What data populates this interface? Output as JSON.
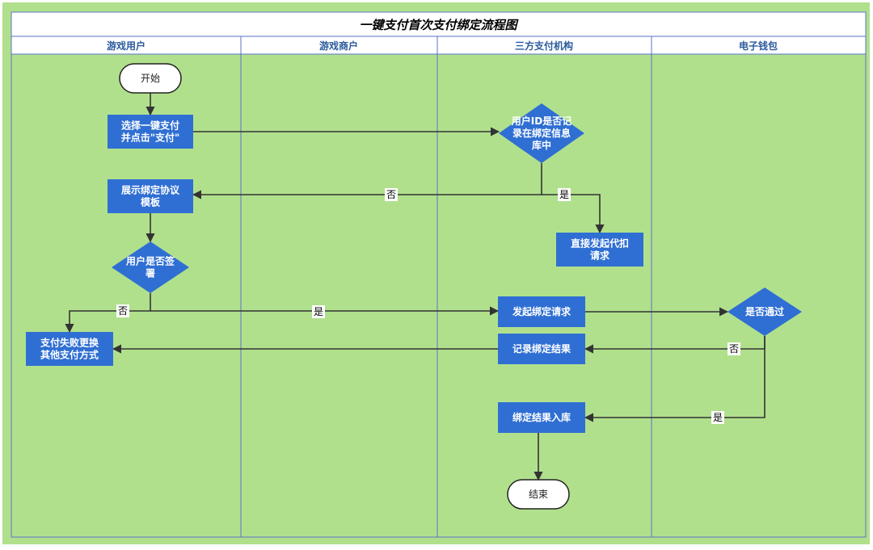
{
  "title": "一键支付首次支付绑定流程图",
  "lanes": [
    {
      "id": "user",
      "label": "游戏用户"
    },
    {
      "id": "merchant",
      "label": "游戏商户"
    },
    {
      "id": "thirdparty",
      "label": "三方支付机构"
    },
    {
      "id": "wallet",
      "label": "电子钱包"
    }
  ],
  "nodes": [
    {
      "id": "start",
      "label": "开始"
    },
    {
      "id": "select_pay",
      "label": "选择一键支付\n并点击\"支付\""
    },
    {
      "id": "check_bound",
      "label": "用户ID是否记\n录在绑定信息\n库中"
    },
    {
      "id": "show_template",
      "label": "展示绑定协议\n模板"
    },
    {
      "id": "direct_debit",
      "label": "直接发起代扣\n请求"
    },
    {
      "id": "user_signed",
      "label": "用户是否签\n署"
    },
    {
      "id": "send_bind",
      "label": "发起绑定请求"
    },
    {
      "id": "passed",
      "label": "是否通过"
    },
    {
      "id": "pay_fail",
      "label": "支付失败更换\n其他支付方式"
    },
    {
      "id": "record_result",
      "label": "记录绑定结果"
    },
    {
      "id": "store_result",
      "label": "绑定结果入库"
    },
    {
      "id": "end",
      "label": "结束"
    }
  ],
  "edges": [
    {
      "id": "e1",
      "from": "start",
      "to": "select_pay",
      "label": ""
    },
    {
      "id": "e2",
      "from": "select_pay",
      "to": "check_bound",
      "label": ""
    },
    {
      "id": "e3",
      "from": "check_bound",
      "to": "show_template",
      "label": "否"
    },
    {
      "id": "e4",
      "from": "check_bound",
      "to": "direct_debit",
      "label": "是"
    },
    {
      "id": "e5",
      "from": "show_template",
      "to": "user_signed",
      "label": ""
    },
    {
      "id": "e6",
      "from": "user_signed",
      "to": "pay_fail",
      "label": "否"
    },
    {
      "id": "e7",
      "from": "user_signed",
      "to": "send_bind",
      "label": "是"
    },
    {
      "id": "e8",
      "from": "send_bind",
      "to": "passed",
      "label": ""
    },
    {
      "id": "e9",
      "from": "passed",
      "to": "record_result",
      "label": "否"
    },
    {
      "id": "e10",
      "from": "record_result",
      "to": "pay_fail",
      "label": ""
    },
    {
      "id": "e11",
      "from": "passed",
      "to": "store_result",
      "label": "是"
    },
    {
      "id": "e12",
      "from": "store_result",
      "to": "end",
      "label": ""
    }
  ],
  "colors": {
    "lane_background": "#b1e08d",
    "process_fill": "#2f6fd3",
    "terminal_fill": "#ffffff",
    "line": "#333333",
    "lane_header_text": "#2a5a9c",
    "lane_border": "#5a73c8"
  }
}
